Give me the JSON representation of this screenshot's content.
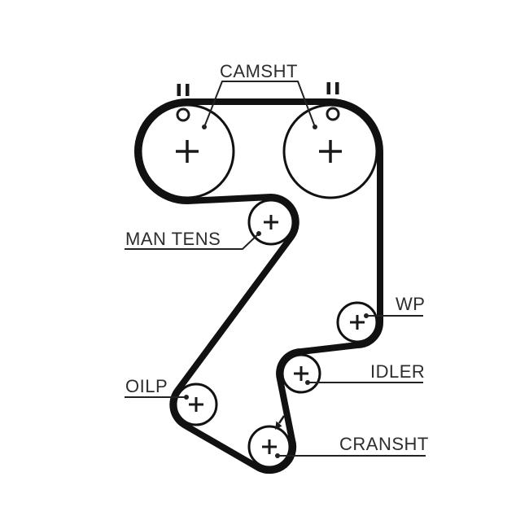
{
  "diagram": {
    "type": "timing-belt-routing-diagram",
    "background_color": "#ffffff",
    "belt_color": "#111111",
    "text_color": "#2d2d2d",
    "labels": {
      "camshaft": "CAMSHT",
      "manual_tensioner": "MAN TENS",
      "water_pump": "WP",
      "idler": "IDLER",
      "oil_pump": "OILP",
      "crankshaft": "CRANSHT"
    },
    "pulleys": [
      {
        "name": "camshaft-left",
        "label": "CAMSHT",
        "marks": [
          "plus-mark",
          "circle-timing-mark",
          "double-bar-timing-mark"
        ]
      },
      {
        "name": "camshaft-right",
        "label": "CAMSHT",
        "marks": [
          "plus-mark",
          "circle-timing-mark",
          "double-bar-timing-mark"
        ]
      },
      {
        "name": "manual-tensioner",
        "label": "MAN TENS",
        "marks": [
          "plus-mark"
        ]
      },
      {
        "name": "water-pump",
        "label": "WP",
        "marks": [
          "plus-mark"
        ]
      },
      {
        "name": "idler",
        "label": "IDLER",
        "marks": [
          "plus-mark"
        ]
      },
      {
        "name": "oil-pump",
        "label": "OILP",
        "marks": [
          "plus-mark"
        ]
      },
      {
        "name": "crankshaft",
        "label": "CRANSHT",
        "marks": [
          "plus-mark",
          "rotation-arrow"
        ]
      }
    ]
  }
}
